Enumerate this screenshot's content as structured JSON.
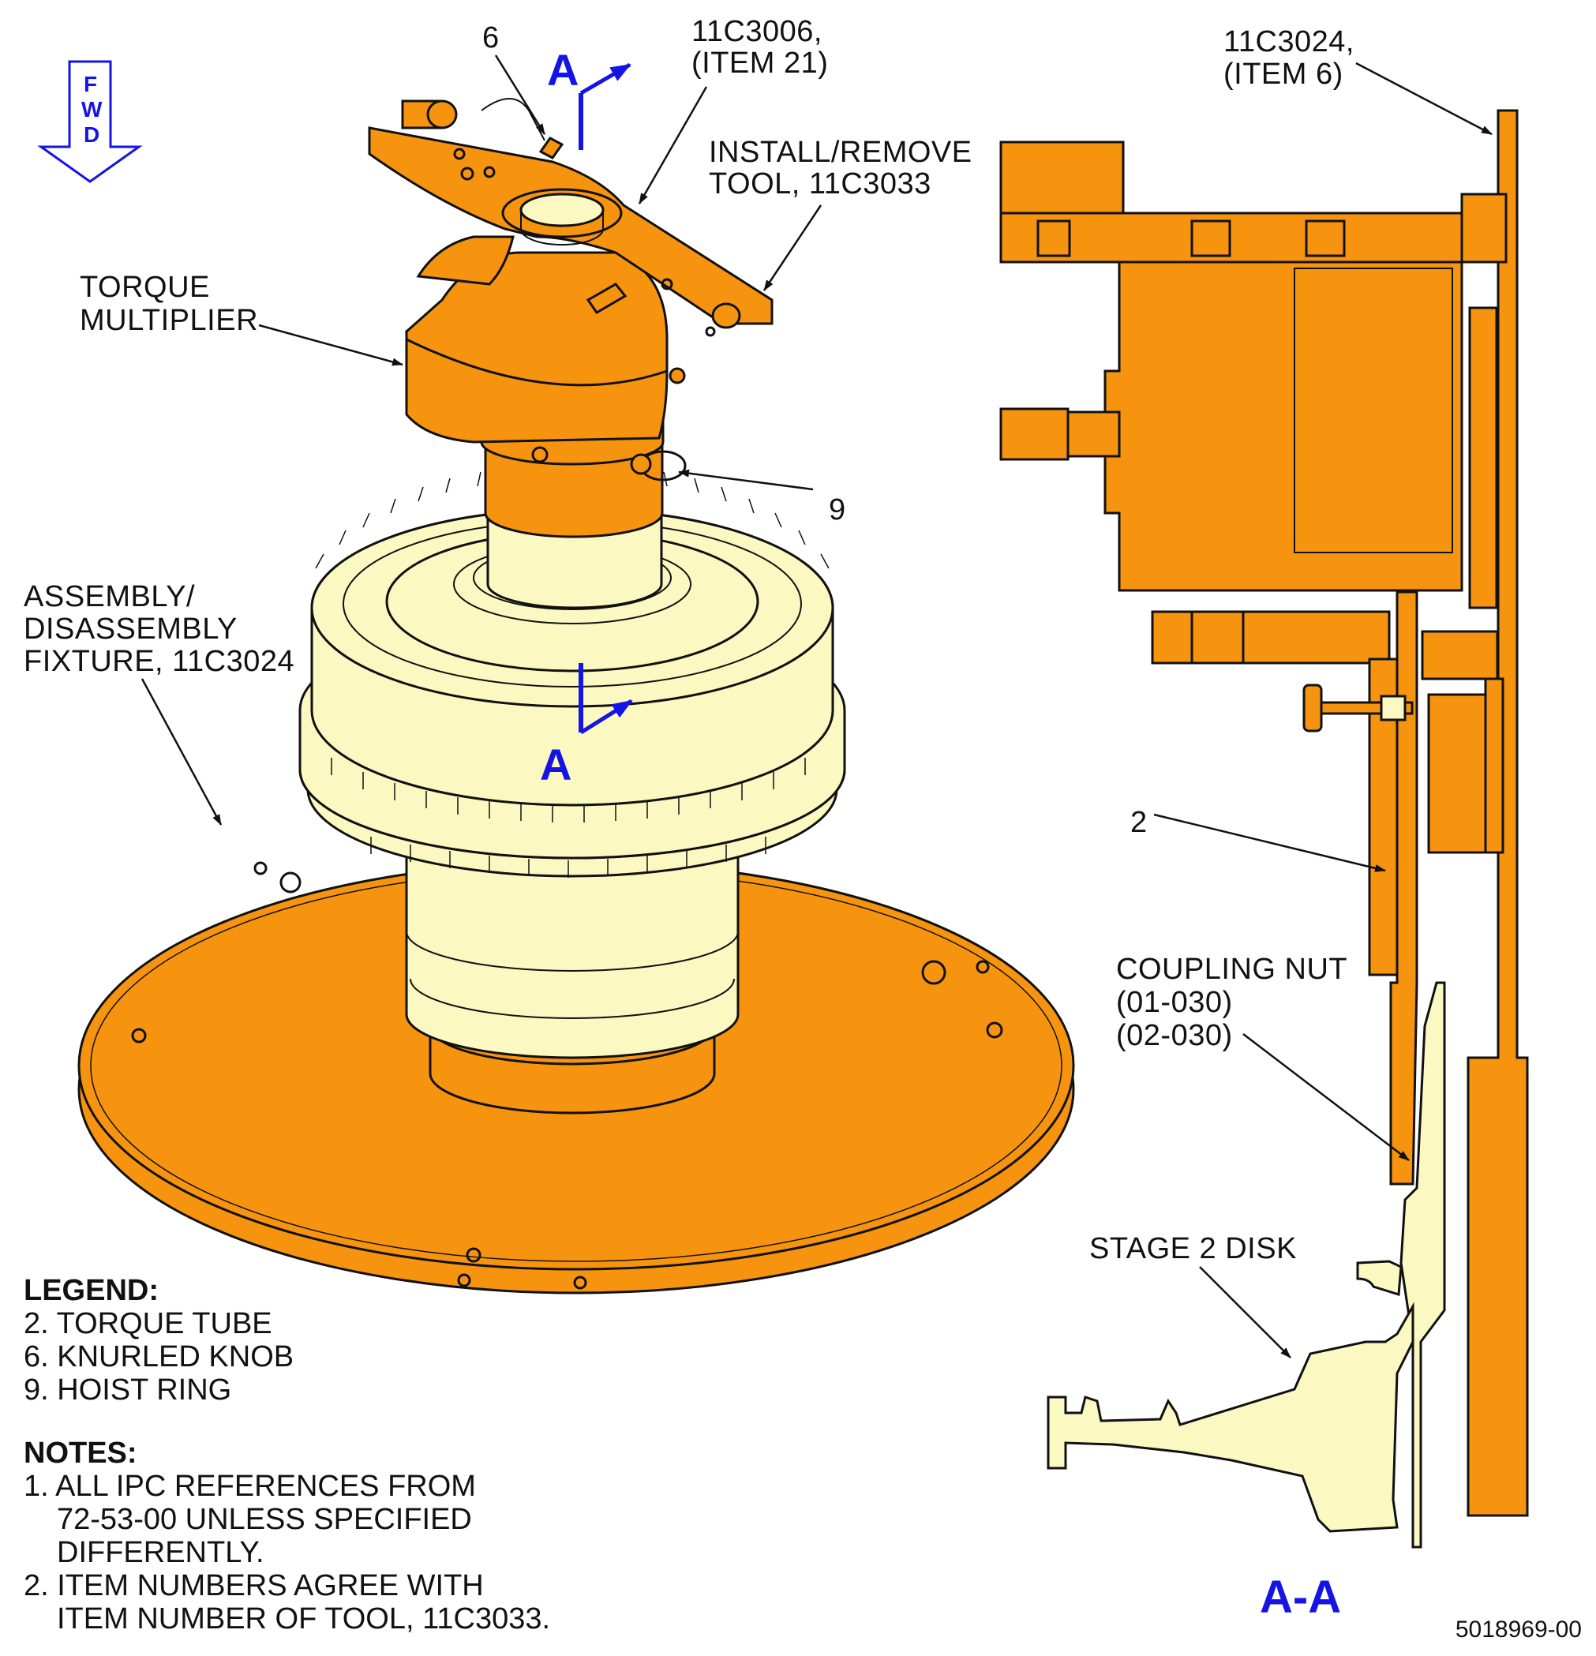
{
  "callouts": {
    "item6_top": "6",
    "item21_a": "11C3006,",
    "item21_b": "(ITEM 21)",
    "install_a": "INSTALL/REMOVE",
    "install_b": "TOOL, 11C3033",
    "torque_a": "TORQUE",
    "torque_b": "MULTIPLIER",
    "item9": "9",
    "fixture_a": "ASSEMBLY/",
    "fixture_b": "DISASSEMBLY",
    "fixture_c": "FIXTURE, 11C3024",
    "section_item6_a": "11C3024,",
    "section_item6_b": "(ITEM 6)",
    "item2": "2",
    "coupling_a": "COUPLING NUT",
    "coupling_b": "(01-030)",
    "coupling_c": "(02-030)",
    "stage2": "STAGE 2 DISK"
  },
  "fwd_letters": [
    "F",
    "W",
    "D"
  ],
  "section_marks": {
    "top": "A",
    "bottom": "A",
    "view": "A-A"
  },
  "legend": {
    "heading": "LEGEND:",
    "items": [
      "2. TORQUE TUBE",
      "6. KNURLED KNOB",
      "9. HOIST RING"
    ]
  },
  "notes": {
    "heading": "NOTES:",
    "n1_a": "1. ALL IPC REFERENCES FROM",
    "n1_b": "72-53-00 UNLESS SPECIFIED",
    "n1_c": "DIFFERENTLY.",
    "n2_a": "2. ITEM NUMBERS AGREE WITH",
    "n2_b": "ITEM NUMBER OF TOOL, 11C3033."
  },
  "figure_id": "5018969-00",
  "colors": {
    "tool": "#f7940f",
    "part": "#fbf8c2",
    "section_mark": "#1414e6",
    "outline": "#111111"
  }
}
